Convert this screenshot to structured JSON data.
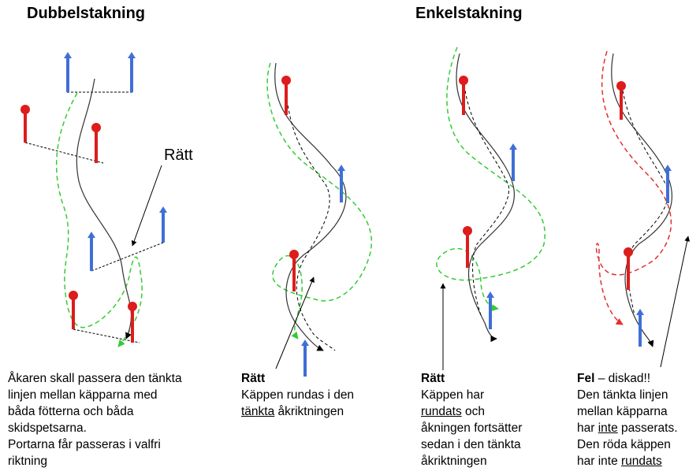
{
  "headings": {
    "double": "Dubbelstakning",
    "single": "Enkelstakning"
  },
  "callout_ratt": "Rätt",
  "colors": {
    "red_pole": "#dd1c1c",
    "blue_pole": "#3f6fd6",
    "green_path": "#33cc33",
    "red_path": "#e03030",
    "ski_line": "#333333"
  },
  "captions": {
    "panel1": {
      "line1": "Åkaren skall passera den tänkta",
      "line2": "linjen mellan käpparna med",
      "line3": "båda fötterna och båda",
      "line4": "skidspetsarna.",
      "line5": "Portarna får passeras i valfri",
      "line6": "riktning"
    },
    "panel2": {
      "title": "Rätt",
      "line1": "Käppen rundas i den",
      "line2_u": "tänkta",
      "line2_rest": " åkriktningen"
    },
    "panel3": {
      "title": "Rätt",
      "line1": "Käppen har",
      "line2_u": "rundats",
      "line2_rest": " och",
      "line3": "åkningen fortsätter",
      "line4": "sedan i den tänkta",
      "line5": "åkriktningen"
    },
    "panel4": {
      "title": "Fel",
      "title_rest": " – diskad!!",
      "line1": "Den tänkta linjen",
      "line2": "mellan käpparna",
      "line3_pre": "har ",
      "line3_u": "inte",
      "line3_post": " passerats.",
      "line4": "Den röda käppen",
      "line5_pre": "har inte ",
      "line5_u": "rundats"
    }
  }
}
